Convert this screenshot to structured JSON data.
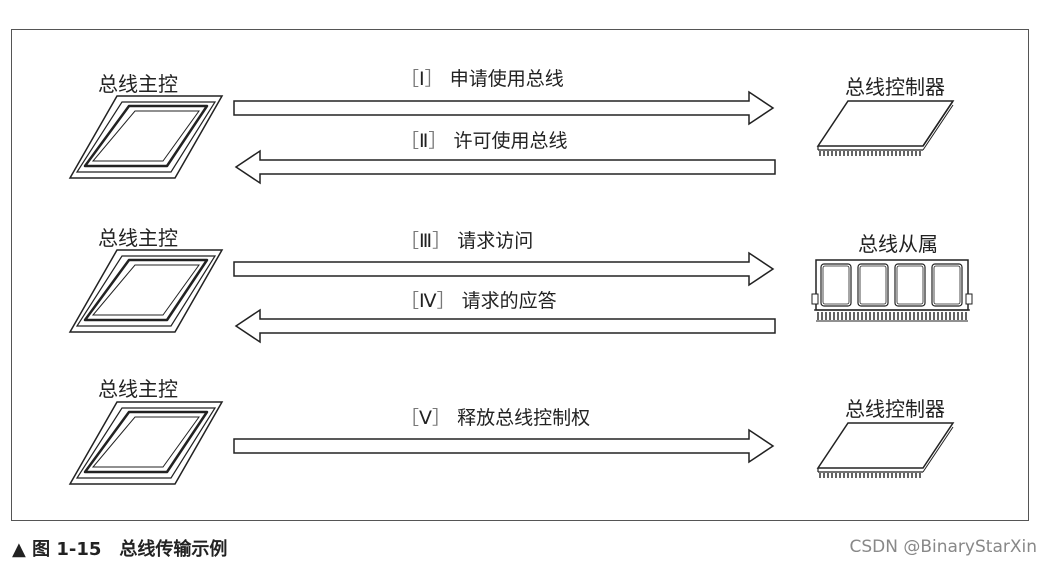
{
  "rows": [
    {
      "master_label": "总线主控",
      "target_label": "总线控制器",
      "target_type": "controller",
      "arrows": [
        {
          "dir": "right",
          "roman": "Ⅰ",
          "text": "申请使用总线"
        },
        {
          "dir": "left",
          "roman": "Ⅱ",
          "text": "许可使用总线"
        }
      ]
    },
    {
      "master_label": "总线主控",
      "target_label": "总线从属",
      "target_type": "memory",
      "arrows": [
        {
          "dir": "right",
          "roman": "Ⅲ",
          "text": "请求访问"
        },
        {
          "dir": "left",
          "roman": "Ⅳ",
          "text": "请求的应答"
        }
      ]
    },
    {
      "master_label": "总线主控",
      "target_label": "总线控制器",
      "target_type": "controller",
      "arrows": [
        {
          "dir": "right",
          "roman": "Ⅴ",
          "text": "释放总线控制权"
        }
      ]
    }
  ],
  "bracket_open": "［",
  "bracket_close": "］",
  "caption": "▲ 图 1-15　总线传输示例",
  "watermark": "CSDN @BinaryStarXin"
}
